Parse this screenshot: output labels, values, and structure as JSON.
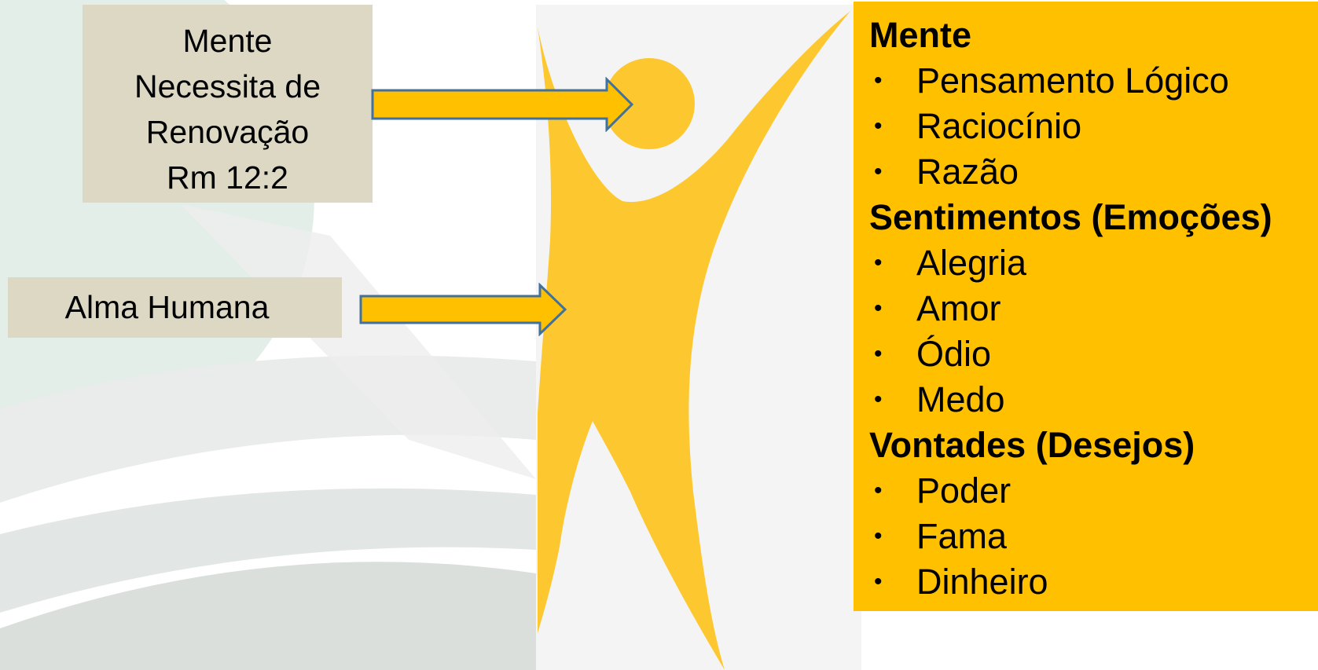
{
  "colors": {
    "accent_yellow": "#ffc000",
    "figure_yellow": "#fdc82f",
    "label_box": "#ddd8c4",
    "arrow_outline": "#41719c",
    "figure_panel": "#f4f4f4"
  },
  "labels": {
    "mente_box": {
      "lines": [
        "Mente",
        "Necessita de",
        "Renovação",
        "Rm 12:2"
      ]
    },
    "alma_box": "Alma Humana"
  },
  "panel": {
    "sections": [
      {
        "title": "Mente",
        "items": [
          "Pensamento Lógico",
          "Raciocínio",
          "Razão"
        ]
      },
      {
        "title": "Sentimentos (Emoções)",
        "items": [
          "Alegria",
          "Amor",
          "Ódio",
          "Medo"
        ]
      },
      {
        "title": "Vontades (Desejos)",
        "items": [
          "Poder",
          "Fama",
          "Dinheiro"
        ]
      }
    ],
    "bullet_symbol": "•"
  },
  "icons": {
    "figure": "person-arms-raised-icon",
    "arrows": "arrow-right-icon"
  }
}
